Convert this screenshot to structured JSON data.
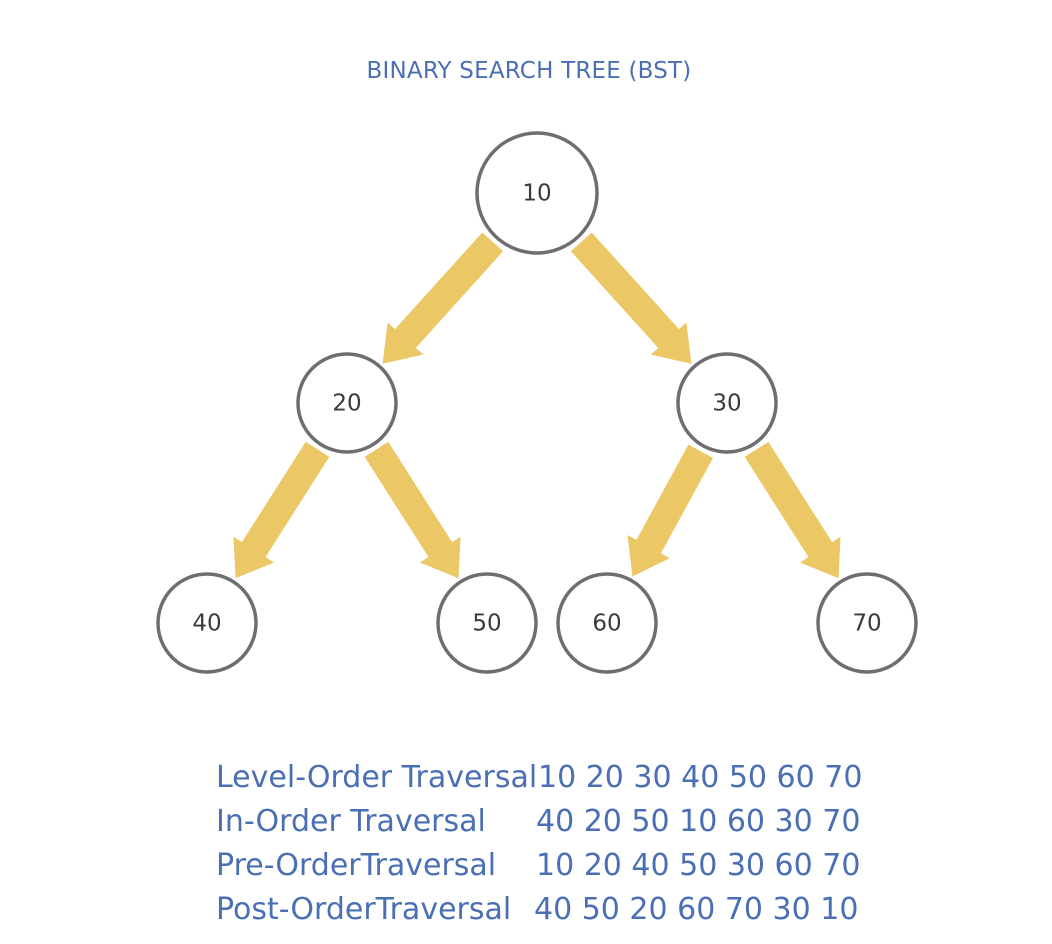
{
  "title": "BINARY SEARCH TREE (BST)",
  "colors": {
    "title_text": "#4a6fb5",
    "arrow_fill": "#ecc766",
    "node_stroke": "#6e6e6e",
    "node_text": "#3a3a3a"
  },
  "tree": {
    "nodes": [
      {
        "id": "n10",
        "label": "10"
      },
      {
        "id": "n20",
        "label": "20"
      },
      {
        "id": "n30",
        "label": "30"
      },
      {
        "id": "n40",
        "label": "40"
      },
      {
        "id": "n50",
        "label": "50"
      },
      {
        "id": "n60",
        "label": "60"
      },
      {
        "id": "n70",
        "label": "70"
      }
    ],
    "edges": [
      {
        "from": "n10",
        "to": "n20"
      },
      {
        "from": "n10",
        "to": "n30"
      },
      {
        "from": "n20",
        "to": "n40"
      },
      {
        "from": "n20",
        "to": "n50"
      },
      {
        "from": "n30",
        "to": "n60"
      },
      {
        "from": "n30",
        "to": "n70"
      }
    ]
  },
  "traversals": [
    {
      "name": "Level-Order Traversal",
      "sequence": "10 20 30 40 50 60 70"
    },
    {
      "name": "In-Order Traversal",
      "sequence": "40 20 50 10 60 30 70"
    },
    {
      "name": "Pre-OrderTraversal",
      "sequence": "10 20 40 50 30 60 70"
    },
    {
      "name": "Post-OrderTraversal",
      "sequence": "40 50 20 60 70 30 10"
    }
  ]
}
